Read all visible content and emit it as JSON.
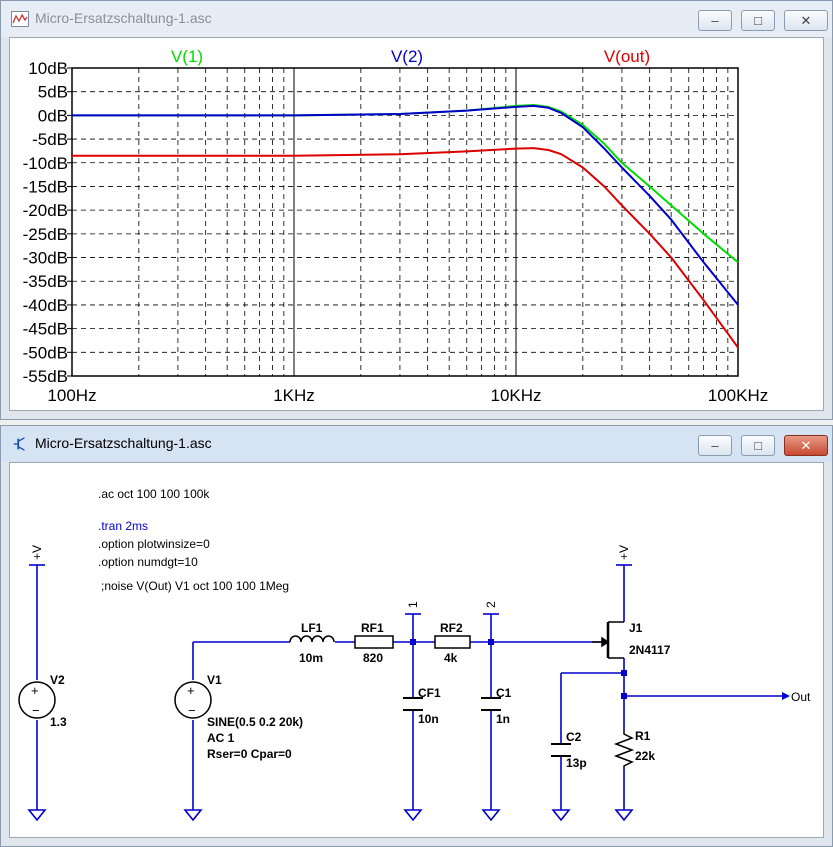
{
  "plot_window": {
    "title": "Micro-Ersatzschaltung-1.asc",
    "traces": [
      {
        "name": "V(1)",
        "color": "#00dd00"
      },
      {
        "name": "V(2)",
        "color": "#0000cc"
      },
      {
        "name": "V(out)",
        "color": "#dd0000"
      }
    ]
  },
  "chart_data": {
    "type": "line",
    "title": "",
    "xlabel": "",
    "ylabel": "",
    "x_scale": "log",
    "xlim": [
      100,
      100000
    ],
    "ylim": [
      -55,
      10
    ],
    "grid": true,
    "legend": "top",
    "y_ticks": [
      "10dB",
      "5dB",
      "0dB",
      "-5dB",
      "-10dB",
      "-15dB",
      "-20dB",
      "-25dB",
      "-30dB",
      "-35dB",
      "-40dB",
      "-45dB",
      "-50dB",
      "-55dB"
    ],
    "x_ticks": [
      "100Hz",
      "1KHz",
      "10KHz",
      "100KHz"
    ],
    "series": [
      {
        "name": "V(1)",
        "color": "#00dd00",
        "points": [
          [
            100,
            0
          ],
          [
            1000,
            0
          ],
          [
            3000,
            0.3
          ],
          [
            6000,
            1.0
          ],
          [
            10000,
            2.0
          ],
          [
            12000,
            2.2
          ],
          [
            14000,
            1.8
          ],
          [
            16000,
            0.8
          ],
          [
            20000,
            -2
          ],
          [
            25000,
            -6
          ],
          [
            30000,
            -10
          ],
          [
            40000,
            -15
          ],
          [
            50000,
            -19
          ],
          [
            70000,
            -25
          ],
          [
            100000,
            -31
          ]
        ]
      },
      {
        "name": "V(2)",
        "color": "#0000cc",
        "points": [
          [
            100,
            0
          ],
          [
            1000,
            0
          ],
          [
            3000,
            0.3
          ],
          [
            6000,
            1.0
          ],
          [
            10000,
            1.8
          ],
          [
            12000,
            2.0
          ],
          [
            14000,
            1.6
          ],
          [
            16000,
            0.5
          ],
          [
            20000,
            -2.5
          ],
          [
            25000,
            -7
          ],
          [
            30000,
            -11
          ],
          [
            40000,
            -17
          ],
          [
            50000,
            -22
          ],
          [
            70000,
            -31
          ],
          [
            100000,
            -40
          ]
        ]
      },
      {
        "name": "V(out)",
        "color": "#dd0000",
        "points": [
          [
            100,
            -8.5
          ],
          [
            1000,
            -8.5
          ],
          [
            3000,
            -8.2
          ],
          [
            6000,
            -7.6
          ],
          [
            10000,
            -7.0
          ],
          [
            12000,
            -6.9
          ],
          [
            14000,
            -7.3
          ],
          [
            16000,
            -8.2
          ],
          [
            20000,
            -11
          ],
          [
            25000,
            -15
          ],
          [
            30000,
            -19
          ],
          [
            40000,
            -25
          ],
          [
            50000,
            -30
          ],
          [
            70000,
            -39
          ],
          [
            100000,
            -49
          ]
        ]
      }
    ]
  },
  "schematic_window": {
    "title": "Micro-Ersatzschaltung-1.asc",
    "directives": [
      {
        "text": ".ac oct 100 100 100k",
        "color": "#000000"
      },
      {
        "text": ".tran 2ms",
        "color": "#0000cc"
      },
      {
        "text": ".option plotwinsize=0",
        "color": "#000000"
      },
      {
        "text": ".option numdgt=10",
        "color": "#000000"
      },
      {
        "text": ";noise V(Out) V1 oct 100 100 1Meg",
        "color": "#000000"
      }
    ],
    "components": {
      "V2": {
        "name": "V2",
        "value": "1.3"
      },
      "V1": {
        "name": "V1",
        "value_lines": [
          "SINE(0.5 0.2 20k)",
          "AC 1",
          "Rser=0 Cpar=0"
        ]
      },
      "LF1": {
        "name": "LF1",
        "value": "10m"
      },
      "RF1": {
        "name": "RF1",
        "value": "820"
      },
      "RF2": {
        "name": "RF2",
        "value": "4k"
      },
      "CF1": {
        "name": "CF1",
        "value": "10n"
      },
      "C1": {
        "name": "C1",
        "value": "1n"
      },
      "C2": {
        "name": "C2",
        "value": "13p"
      },
      "R1": {
        "name": "R1",
        "value": "22k"
      },
      "J1": {
        "name": "J1",
        "value": "2N4117"
      }
    },
    "net_labels": {
      "vplus": "+V",
      "node1": "1",
      "node2": "2",
      "out": "Out"
    }
  }
}
